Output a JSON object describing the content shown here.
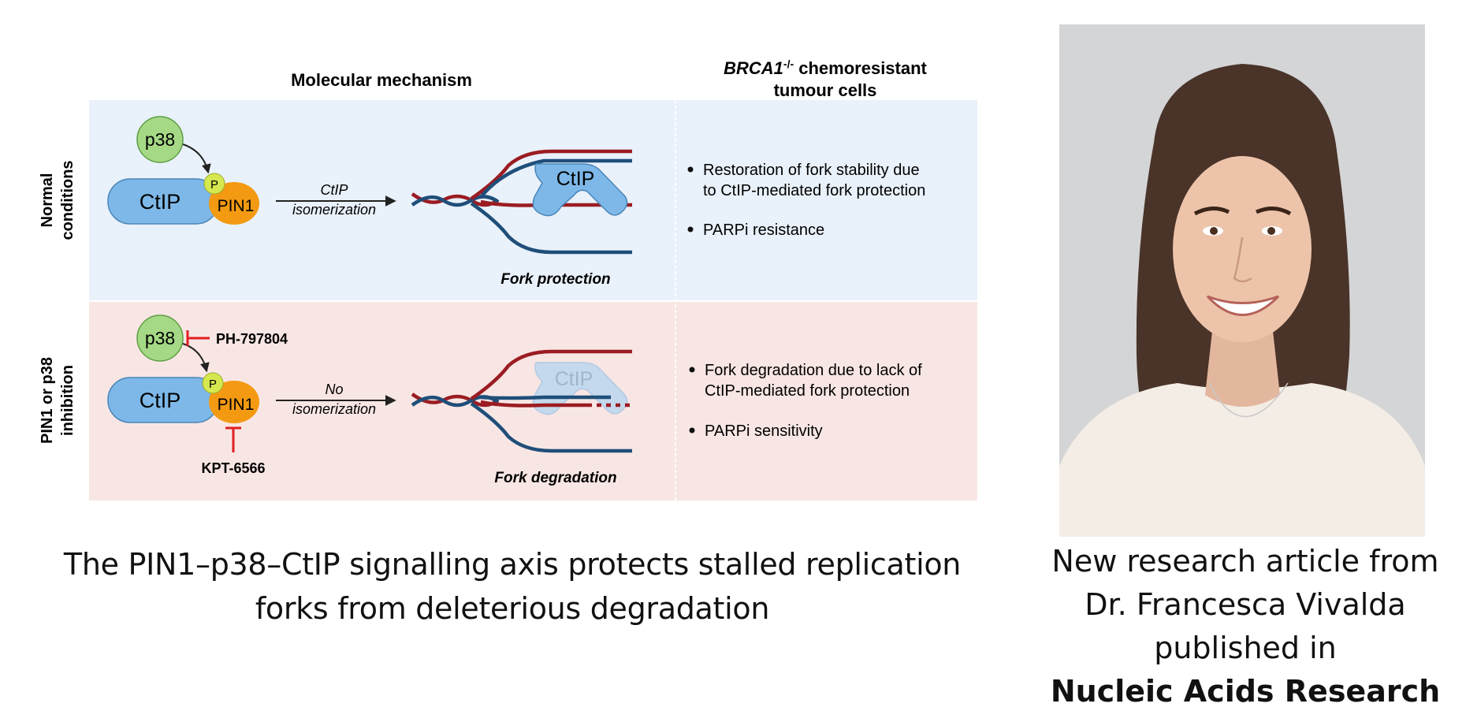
{
  "figure": {
    "header_left": "Molecular mechanism",
    "header_right_italic": "BRCA1",
    "header_right_sup": "-/-",
    "header_right_line1": " chemoresistant",
    "header_right_line2": "tumour cells",
    "row_top_label_line1": "Normal",
    "row_top_label_line2": "conditions",
    "row_bottom_label_line1": "PIN1 or p38",
    "row_bottom_label_line2": "inhibition",
    "p38": "p38",
    "ctip": "CtIP",
    "p": "P",
    "pin1": "PIN1",
    "top_arrow_line1": "CtIP",
    "top_arrow_line2": "isomerization",
    "bottom_arrow_line1": "No",
    "bottom_arrow_line2": "isomerization",
    "inhibitor_p38": "PH-797804",
    "inhibitor_pin1": "KPT-6566",
    "fork_protection": "Fork protection",
    "fork_degradation": "Fork degradation",
    "top_bullets": [
      {
        "line1": "Restoration of fork stability due",
        "line2": "to CtIP-mediated fork protection"
      },
      {
        "line1": "PARPi resistance",
        "line2": ""
      }
    ],
    "bottom_bullets": [
      {
        "line1": "Fork degradation due to lack of",
        "line2": "CtIP-mediated fork protection"
      },
      {
        "line1": "PARPi sensitivity",
        "line2": ""
      }
    ],
    "colors": {
      "top_panel": "#e9f1fa",
      "bottom_panel": "#f8e6e4",
      "ctip": "#7db8e8",
      "pin1": "#f39a12",
      "p38": "#a6d986",
      "phospho": "#d6e84f",
      "red_strand": "#9b1c22",
      "blue_strand": "#1f4e79",
      "inhibitor": "#e02020"
    }
  },
  "caption": {
    "line1": "The PIN1–p38–CtIP signalling axis protects stalled replication",
    "line2": "forks from deleterious degradation"
  },
  "right": {
    "line1": "New research article from",
    "line2": "Dr. Francesca Vivalda",
    "line3": "published in",
    "journal": "Nucleic Acids Research"
  }
}
